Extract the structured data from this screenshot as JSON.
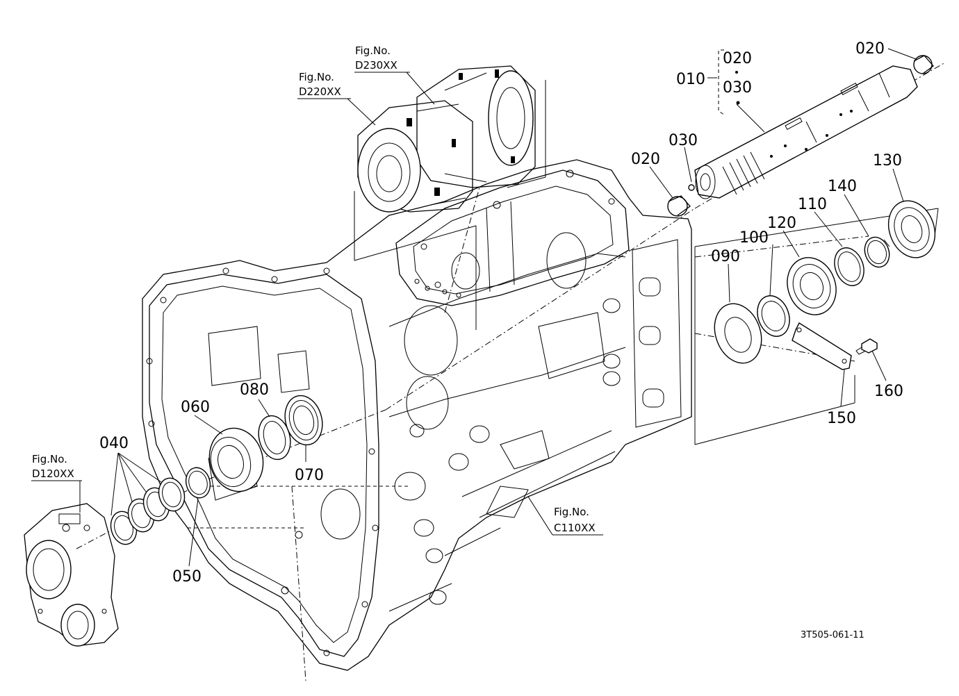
{
  "figure_code": "3T505-061-11",
  "fig_refs": [
    {
      "id": "d230",
      "line1": "Fig.No.",
      "line2": "D230XX"
    },
    {
      "id": "d220",
      "line1": "Fig.No.",
      "line2": "D220XX"
    },
    {
      "id": "d120",
      "line1": "Fig.No.",
      "line2": "D120XX"
    },
    {
      "id": "c110",
      "line1": "Fig.No.",
      "line2": "C110XX"
    }
  ],
  "callouts": {
    "p010": "010",
    "p020_bracket": "020",
    "p030_bracket": "030",
    "p020_top": "020",
    "p030": "030",
    "p020_mid": "020",
    "p040": "040",
    "p050": "050",
    "p060": "060",
    "p070": "070",
    "p080": "080",
    "p090": "090",
    "p100": "100",
    "p110": "110",
    "p120": "120",
    "p130": "130",
    "p140": "140",
    "p150": "150",
    "p160": "160"
  }
}
